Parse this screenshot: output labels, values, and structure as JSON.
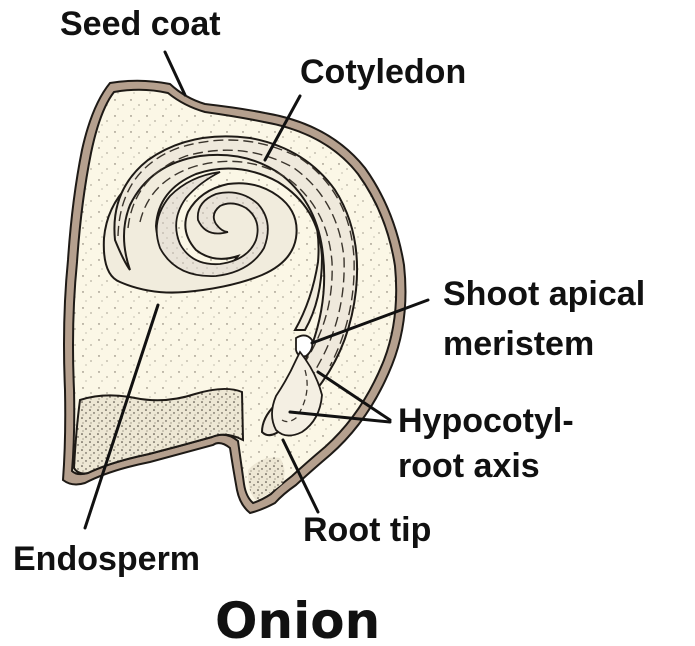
{
  "figure": {
    "caption": "Onion",
    "labels": {
      "seed_coat": "Seed coat",
      "cotyledon": "Cotyledon",
      "shoot_apical_1": "Shoot apical",
      "shoot_apical_2": "meristem",
      "hypocotyl_1": "Hypocotyl-",
      "hypocotyl_2": "root axis",
      "root_tip": "Root tip",
      "endosperm": "Endosperm"
    },
    "colors": {
      "seed_coat": "#b5a08e",
      "endosperm": "#fbf7e6",
      "cotyledon": "#f1ecdd",
      "cotyledon_inner": "#e4ddd2",
      "stipple_dense": "#ede7d4",
      "outline": "#1e1a16"
    }
  }
}
